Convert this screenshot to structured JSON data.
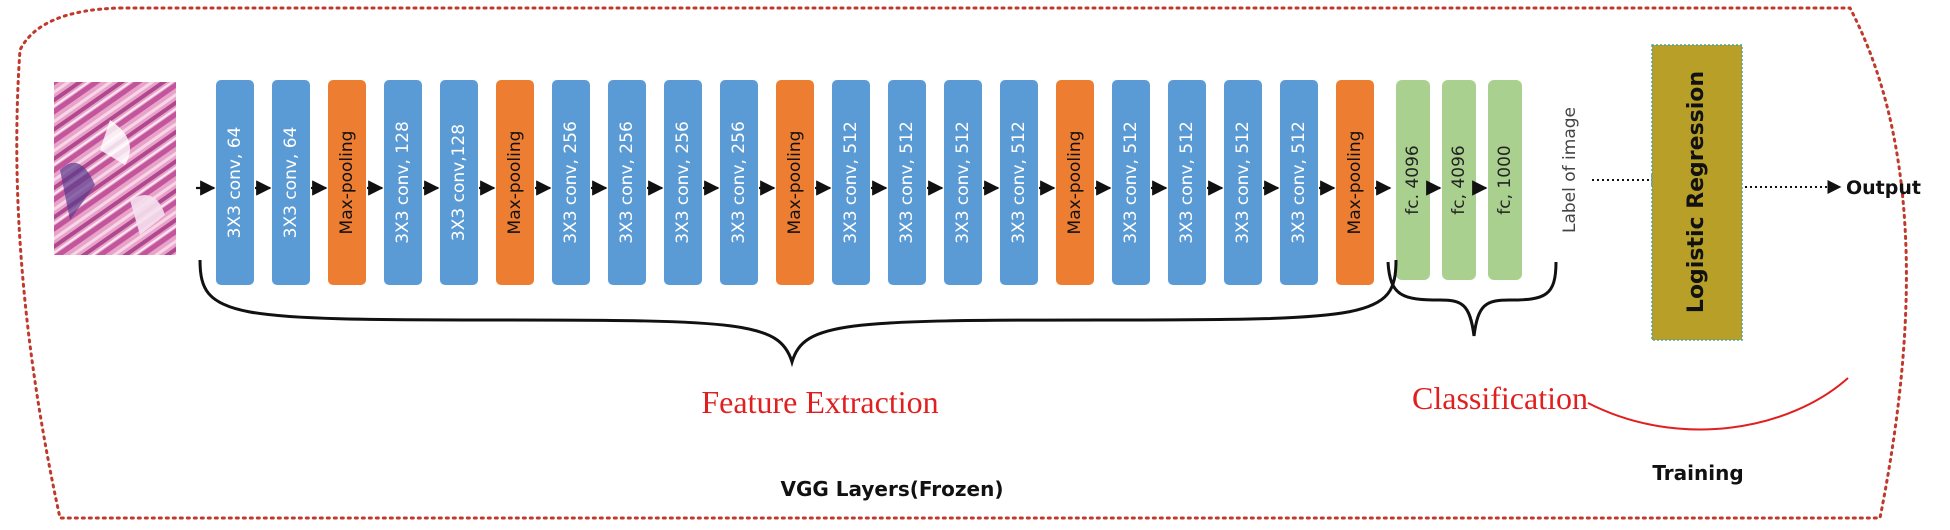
{
  "colors": {
    "conv": "#5b9bd5",
    "pool": "#ed7d31",
    "fc": "#a9d08e",
    "lr": "#b8a028",
    "red": "#e02020",
    "outline": "#c0392b"
  },
  "layers": [
    {
      "label": "3X3 conv, 64",
      "kind": "conv"
    },
    {
      "label": "3X3 conv, 64",
      "kind": "conv"
    },
    {
      "label": "Max-pooling",
      "kind": "pool"
    },
    {
      "label": "3X3 conv, 128",
      "kind": "conv"
    },
    {
      "label": "3X3 conv,128",
      "kind": "conv"
    },
    {
      "label": "Max-pooling",
      "kind": "pool"
    },
    {
      "label": "3X3 conv, 256",
      "kind": "conv"
    },
    {
      "label": "3X3 conv, 256",
      "kind": "conv"
    },
    {
      "label": "3X3 conv, 256",
      "kind": "conv"
    },
    {
      "label": "3X3 conv, 256",
      "kind": "conv"
    },
    {
      "label": "Max-pooling",
      "kind": "pool"
    },
    {
      "label": "3X3 conv, 512",
      "kind": "conv"
    },
    {
      "label": "3X3 conv, 512",
      "kind": "conv"
    },
    {
      "label": "3X3 conv, 512",
      "kind": "conv"
    },
    {
      "label": "3X3 conv, 512",
      "kind": "conv"
    },
    {
      "label": "Max-pooling",
      "kind": "pool"
    },
    {
      "label": "3X3 conv, 512",
      "kind": "conv"
    },
    {
      "label": "3X3 conv, 512",
      "kind": "conv"
    },
    {
      "label": "3X3 conv, 512",
      "kind": "conv"
    },
    {
      "label": "3X3 conv, 512",
      "kind": "conv"
    },
    {
      "label": "Max-pooling",
      "kind": "pool"
    }
  ],
  "fc_layers": [
    {
      "label": "fc. 4096"
    },
    {
      "label": "fc, 4096"
    },
    {
      "label": "fc, 1000"
    }
  ],
  "label_of_image": "Label of image",
  "logistic_regression": "Logistic Regression",
  "output_label": "Output",
  "feature_extraction": "Feature Extraction",
  "classification": "Classification",
  "vgg_frozen": "VGG Layers(Frozen)",
  "training": "Training"
}
